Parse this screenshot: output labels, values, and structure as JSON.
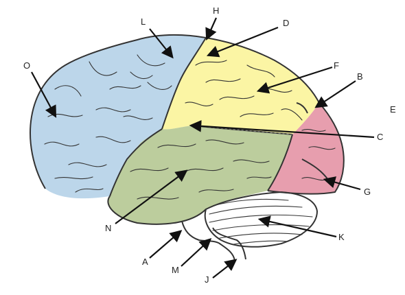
{
  "labels": {
    "A": "A",
    "B": "B",
    "C": "C",
    "D": "D",
    "E": "E",
    "F": "F",
    "G": "G",
    "H": "H",
    "J": "J",
    "K": "K",
    "L": "L",
    "M": "M",
    "N": "N",
    "O": "O"
  },
  "colors": {
    "frontal": "#bcd6ea",
    "parietal": "#fbf5a4",
    "occipital": "#e79eae",
    "temporal": "#bccd9d",
    "cerebellum": "#ffffff",
    "outline": "#333333"
  }
}
